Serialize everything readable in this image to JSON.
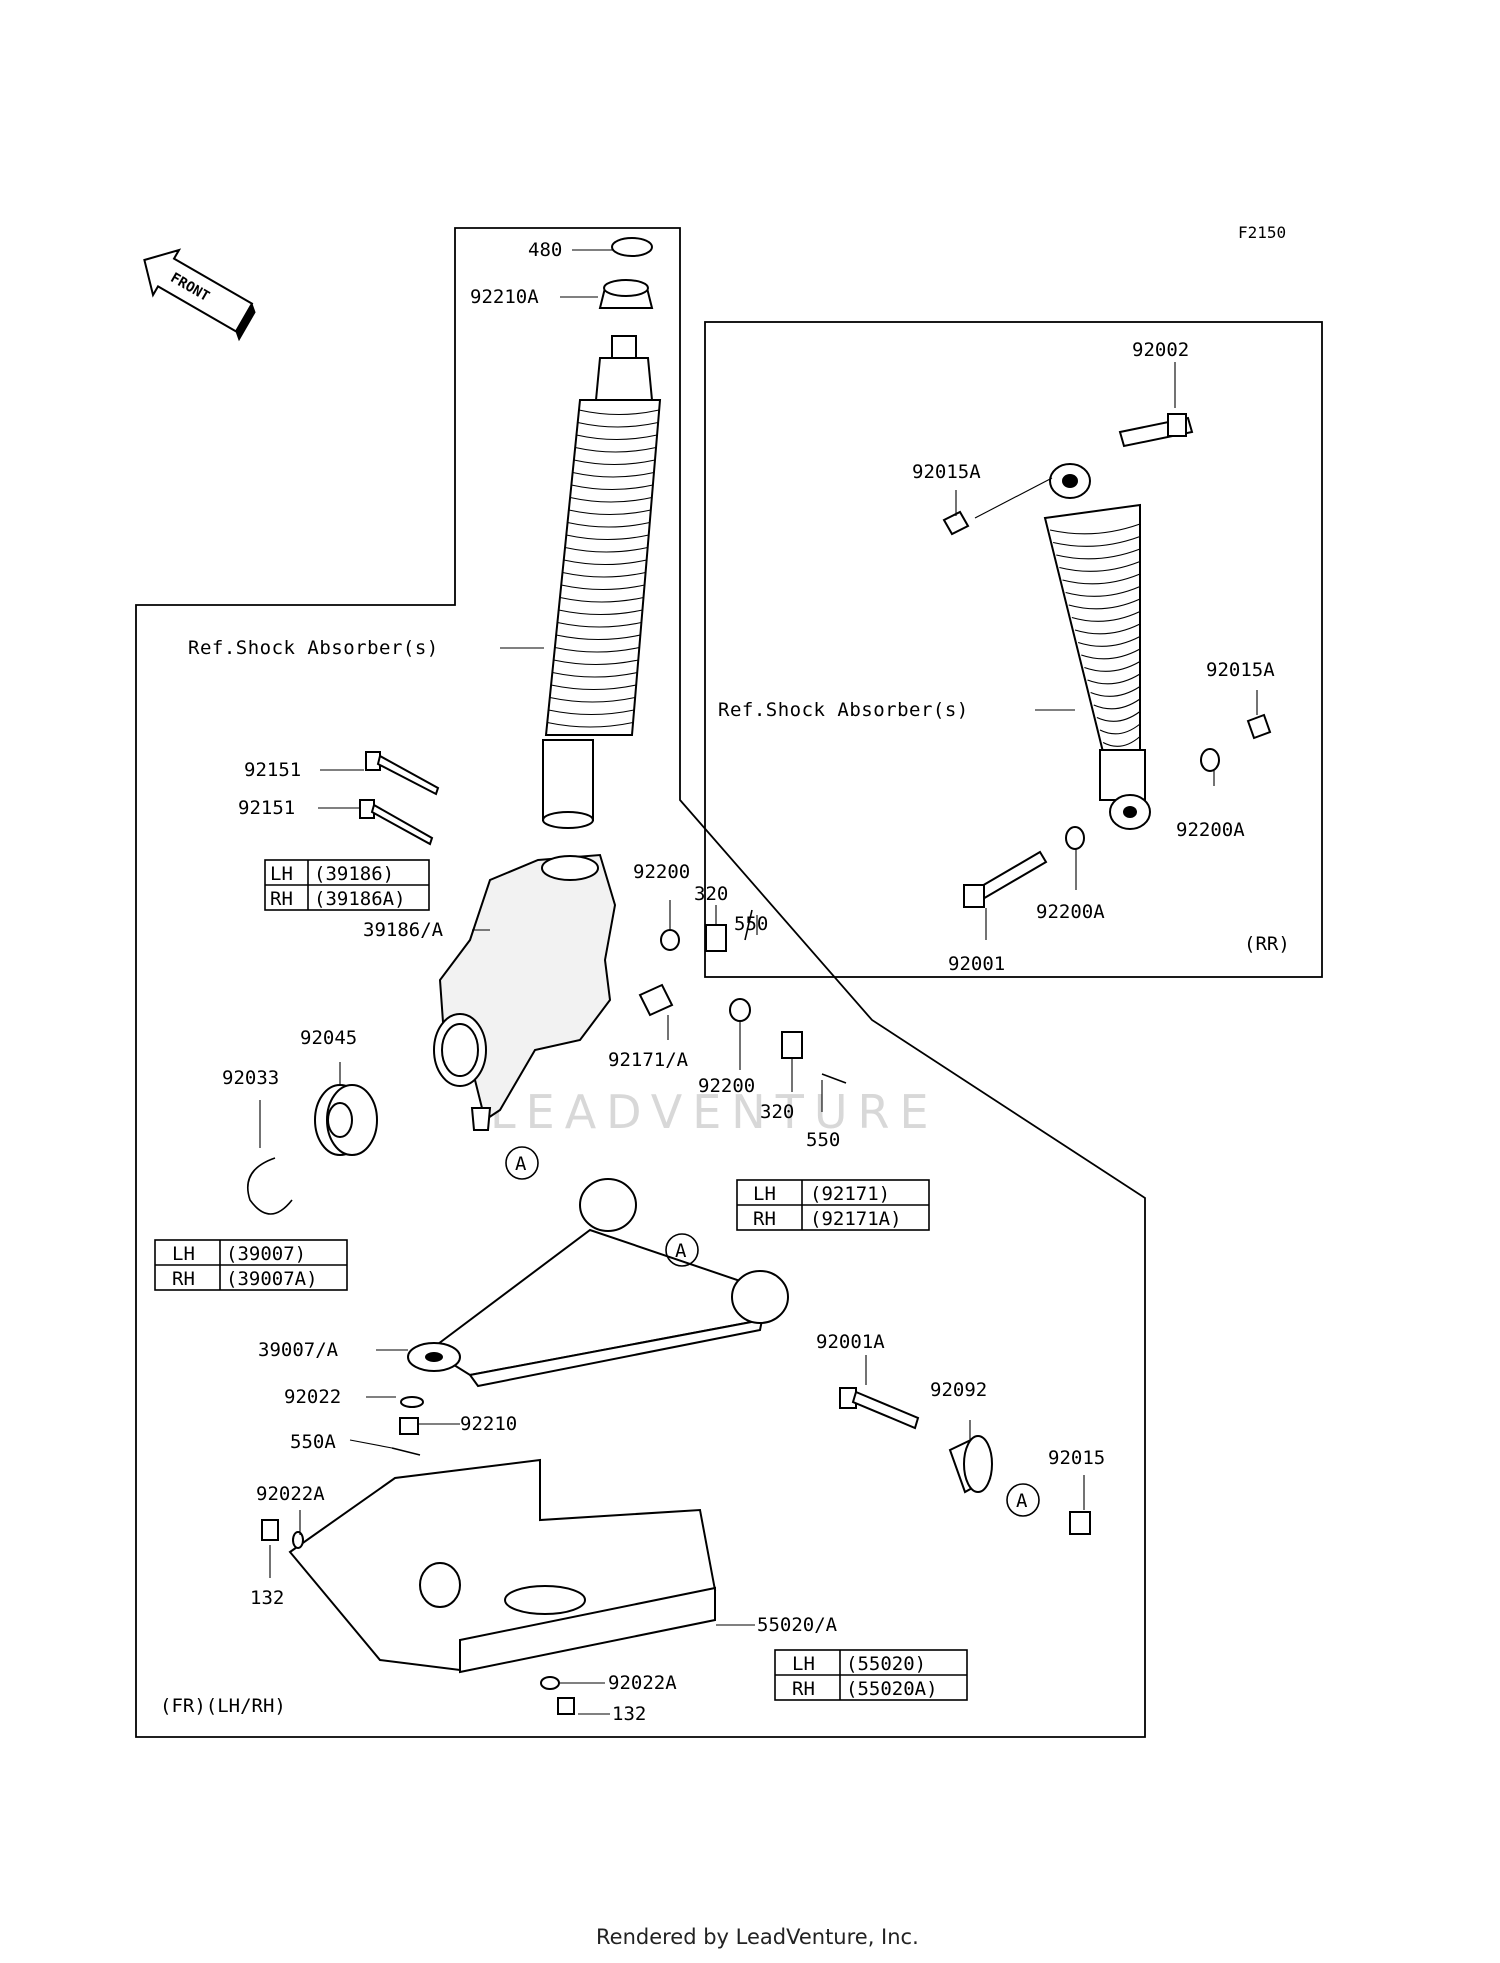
{
  "diagram_code": "F2150",
  "front_arrow_text": "FRONT",
  "callouts": {
    "c480": "480",
    "c92210A": "92210A",
    "c92002": "92002",
    "c92015A_a": "92015A",
    "c92015A_b": "92015A",
    "ref_front": "Ref.Shock Absorber(s)",
    "ref_rear": "Ref.Shock Absorber(s)",
    "c92151_a": "92151",
    "c92151_b": "92151",
    "c39186A": "39186/A",
    "c92200_a": "92200",
    "c320_a": "320",
    "c550_a": "550",
    "c92171A": "92171/A",
    "c92200_b": "92200",
    "c320_b": "320",
    "c550_b": "550",
    "c92200A_a": "92200A",
    "c92200A_b": "92200A",
    "c92001": "92001",
    "rr": "(RR)",
    "c92045": "92045",
    "c92033": "92033",
    "c39007A": "39007/A",
    "c92022": "92022",
    "c92210": "92210",
    "c550A": "550A",
    "c92022A_a": "92022A",
    "c132_a": "132",
    "c55020A": "55020/A",
    "c92022A_b": "92022A",
    "c132_b": "132",
    "c92001A": "92001A",
    "c92092": "92092",
    "c92015": "92015",
    "fr": "(FR)(LH/RH)",
    "marker_a": "A"
  },
  "tables": {
    "t39186": {
      "lh_label": "LH",
      "lh_value": "(39186)",
      "rh_label": "RH",
      "rh_value": "(39186A)"
    },
    "t92171": {
      "lh_label": "LH",
      "lh_value": "(92171)",
      "rh_label": "RH",
      "rh_value": "(92171A)"
    },
    "t39007": {
      "lh_label": "LH",
      "lh_value": "(39007)",
      "rh_label": "RH",
      "rh_value": "(39007A)"
    },
    "t55020": {
      "lh_label": "LH",
      "lh_value": "(55020)",
      "rh_label": "RH",
      "rh_value": "(55020A)"
    }
  },
  "watermark": "LEADVENTURE",
  "footer": "Rendered by LeadVenture, Inc."
}
